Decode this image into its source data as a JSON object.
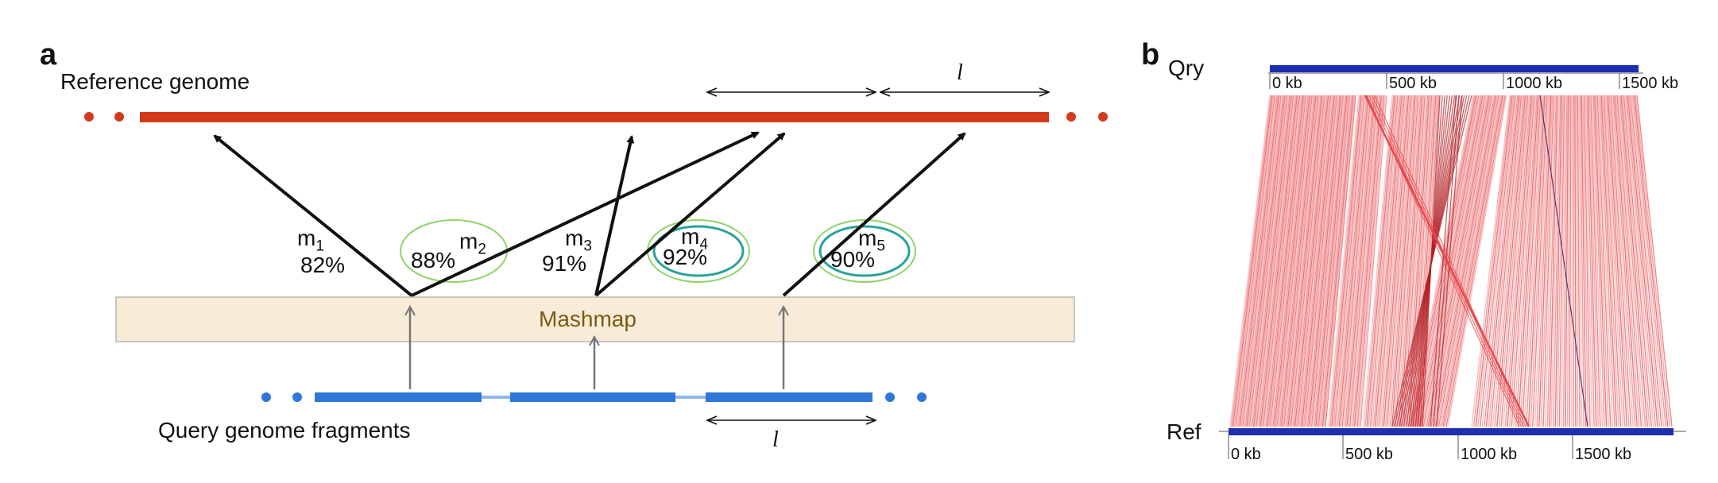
{
  "panel_a": {
    "letter": "a",
    "reference_label": "Reference genome",
    "query_label": "Query genome fragments",
    "tool_label": "Mashmap",
    "window_label": "l",
    "mappings": [
      {
        "name": "m",
        "sub": "1",
        "identity": "82%",
        "highlight": "none"
      },
      {
        "name": "m",
        "sub": "2",
        "identity": "88%",
        "highlight": "single"
      },
      {
        "name": "m",
        "sub": "3",
        "identity": "91%",
        "highlight": "none"
      },
      {
        "name": "m",
        "sub": "4",
        "identity": "92%",
        "highlight": "double"
      },
      {
        "name": "m",
        "sub": "5",
        "identity": "90%",
        "highlight": "double"
      }
    ],
    "colors": {
      "reference": "#d23a1a",
      "query": "#2f78d8",
      "query_link": "#8fb8ea",
      "mashmap_box": "#f8ecd8",
      "highlight_outer": "#8fd468",
      "highlight_inner": "#2aa39a"
    }
  },
  "panel_b": {
    "letter": "b",
    "qry_label": "Qry",
    "ref_label": "Ref",
    "qry_ticks": [
      "0 kb",
      "500 kb",
      "1000 kb",
      "1500 kb"
    ],
    "ref_ticks": [
      "0 kb",
      "500 kb",
      "1000 kb",
      "1500 kb"
    ],
    "colors": {
      "axis_bar": "#1e2fb0",
      "alignment": "#e8484c",
      "alignment_dark": "#b01e24"
    }
  }
}
